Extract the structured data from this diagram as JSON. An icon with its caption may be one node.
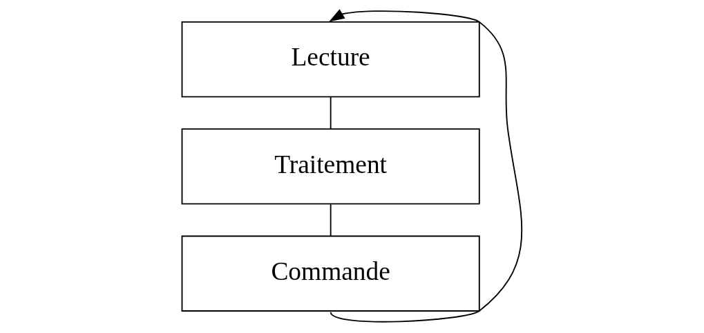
{
  "diagram": {
    "nodes": [
      {
        "text": [
          "Lecture"
        ]
      },
      {
        "text": [
          "Traitement"
        ]
      },
      {
        "text": [
          "Commande"
        ]
      }
    ],
    "edges": [
      {
        "from": 0,
        "to": 1,
        "arrow": "none"
      },
      {
        "from": 1,
        "to": 2,
        "arrow": "none"
      },
      {
        "from": 2,
        "to": 0,
        "arrow": "to"
      }
    ]
  }
}
